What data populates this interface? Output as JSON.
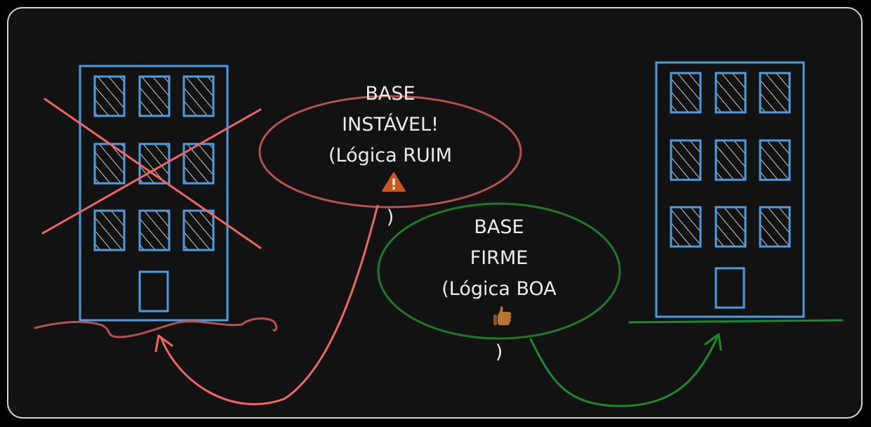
{
  "colors": {
    "background": "#121212",
    "frame": "#d4d4d4",
    "building": "#4a9de0",
    "window_hatch": "#cfcfcf",
    "cross": "#f06565",
    "bad_ground": "#b75151",
    "bad_ellipse": "#b75151",
    "bad_arrow": "#f06565",
    "good_ground": "#1a8a2a",
    "good_ellipse": "#1a7a26",
    "good_arrow": "#1a8a2a",
    "text": "#ececec"
  },
  "bad_label": {
    "line1": "BASE",
    "line2": "INSTÁVEL!",
    "line3": "(Lógica RUIM",
    "close": ")",
    "icon": "warning-icon"
  },
  "good_label": {
    "line1": "BASE",
    "line2": "FIRME",
    "line3": "(Lógica BOA",
    "close": ")",
    "icon": "thumbs-up-icon"
  }
}
